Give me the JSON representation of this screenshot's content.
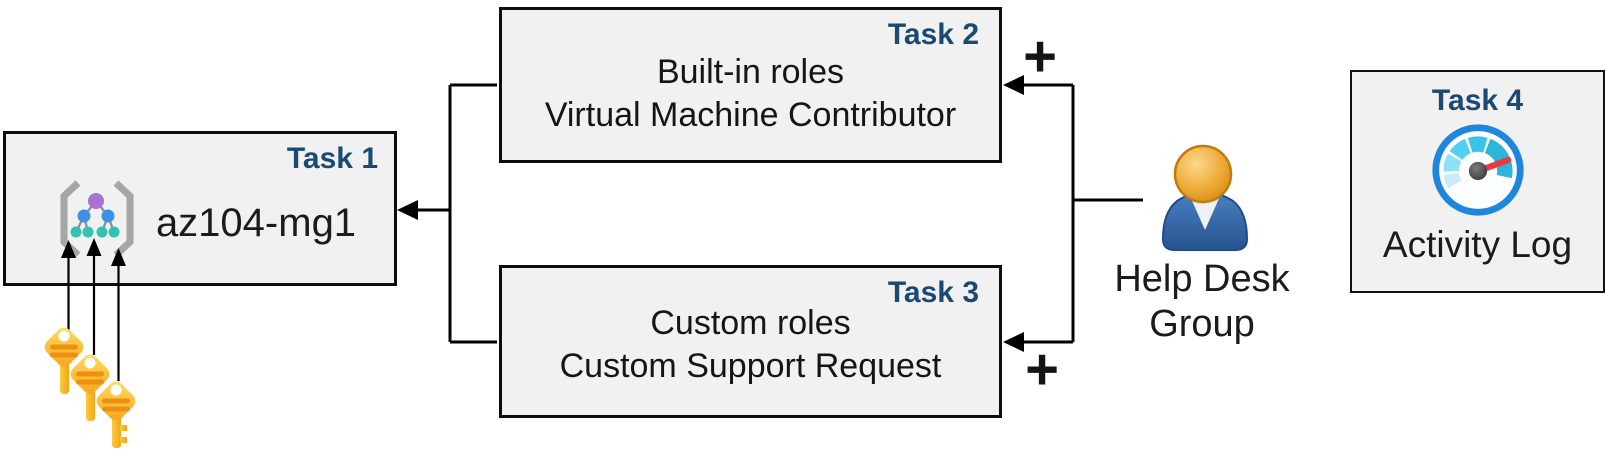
{
  "diagram": {
    "task1": {
      "label": "Task 1",
      "title": "az104-mg1"
    },
    "task2": {
      "label": "Task 2",
      "line1": "Built-in roles",
      "line2": "Virtual Machine Contributor"
    },
    "task3": {
      "label": "Task 3",
      "line1": "Custom roles",
      "line2": "Custom Support Request"
    },
    "task4": {
      "label": "Task 4",
      "caption": "Activity Log"
    },
    "help_desk": {
      "line1": "Help Desk",
      "line2": "Group"
    },
    "plus_top": "+",
    "plus_bottom": "+",
    "icons": {
      "task1_icon": "management-group-icon",
      "keys_icon": "subscription-keys-icon",
      "help_desk_icon": "user-icon",
      "task4_icon": "activity-log-gauge-icon"
    },
    "colors": {
      "task_label_blue": "#1A4A73",
      "box_fill": "#F1F1F1",
      "box_border": "#0D0D0D",
      "connector_black": "#000000",
      "key_gold": "#F9AC1B",
      "key_bar_orange": "#EE8E12",
      "mg_purple": "#A873D9",
      "mg_blue": "#3C92E6",
      "mg_teal": "#35C1AF",
      "user_body_blue": "#2F5F9E",
      "user_head_gold": "#E09A20",
      "gauge_ring_blue": "#1E86DD",
      "needle_red": "#E63B44"
    }
  }
}
